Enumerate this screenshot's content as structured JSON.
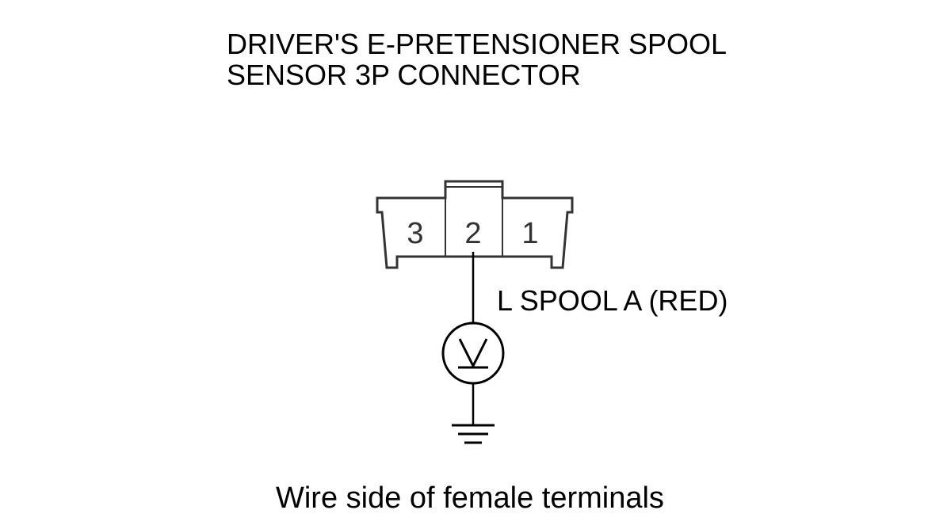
{
  "title": {
    "line1": "DRIVER'S E-PRETENSIONER SPOOL",
    "line2": "SENSOR 3P CONNECTOR"
  },
  "connector": {
    "pins": [
      "3",
      "2",
      "1"
    ]
  },
  "wire": {
    "label": "L SPOOL A (RED)"
  },
  "meter": {
    "symbol": "V"
  },
  "caption": "Wire side of female terminals"
}
